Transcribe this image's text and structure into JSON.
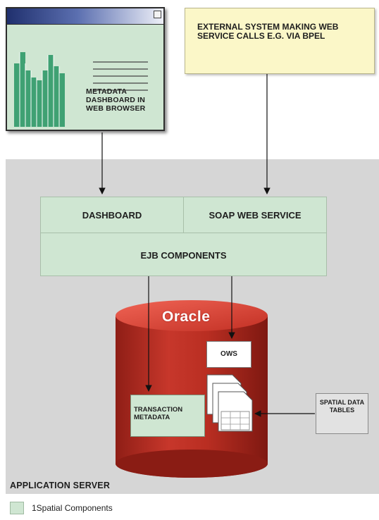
{
  "browser": {
    "caption": "METADATA DASHBOARD IN WEB BROWSER"
  },
  "external_system": {
    "text": "EXTERNAL SYSTEM MAKING WEB SERVICE CALLS E.G. VIA BPEL"
  },
  "components": {
    "dashboard": "DASHBOARD",
    "soap": "SOAP WEB SERVICE",
    "ejb": "EJB COMPONENTS"
  },
  "database": {
    "brand": "Oracle",
    "ows": "OWS",
    "transaction_metadata": "TRANSACTION METADATA"
  },
  "spatial_tables": "SPATIAL DATA TABLES",
  "server_label": "APPLICATION SERVER",
  "legend": {
    "label": "1Spatial Components"
  },
  "colors": {
    "component_green": "#cfe6d2",
    "server_gray": "#d6d6d6",
    "note_yellow": "#fbf7c8",
    "db_red": "#c0392b"
  }
}
